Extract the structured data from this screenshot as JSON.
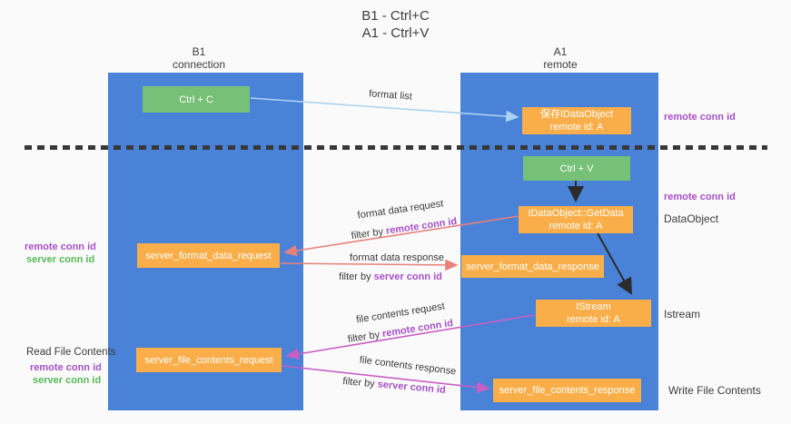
{
  "title": {
    "line1": "B1 - Ctrl+C",
    "line2": "A1 - Ctrl+V"
  },
  "columns": {
    "left": {
      "header_line1": "B1",
      "header_line2": "connection"
    },
    "right": {
      "header_line1": "A1",
      "header_line2": "remote"
    }
  },
  "nodes": {
    "ctrl_c": {
      "label": "Ctrl + C"
    },
    "ctrl_v": {
      "label": "Ctrl + V"
    },
    "save_idataobject": {
      "line1": "保存IDataObject",
      "line2": "remote id: A"
    },
    "getdata": {
      "line1": "IDataObject::GetData",
      "line2": "remote id: A"
    },
    "server_format_data_request": {
      "label": "server_format_data_request"
    },
    "server_format_data_response": {
      "label": "server_format_data_response"
    },
    "istream": {
      "line1": "IStream",
      "line2": "remote id: A"
    },
    "server_file_contents_request": {
      "label": "server_file_contents_request"
    },
    "server_file_contents_response": {
      "label": "server_file_contents_response"
    }
  },
  "edges": {
    "format_list": {
      "label": "format list"
    },
    "format_data_request": {
      "label": "format data request",
      "filter_prefix": "filter by ",
      "filter_key": "remote conn id"
    },
    "format_data_response": {
      "label": "format data response",
      "filter_prefix": "filter by ",
      "filter_key": "server conn id"
    },
    "file_contents_request": {
      "label": "file contents request",
      "filter_prefix": "filter by ",
      "filter_key": "remote conn id"
    },
    "file_contents_response": {
      "label": "file contents response",
      "filter_prefix": "filter by ",
      "filter_key": "server conn id"
    }
  },
  "side_labels": {
    "left": {
      "remote_conn_id_1": "remote conn id",
      "server_conn_id_1": "server conn id",
      "read_file_contents": "Read File Contents",
      "remote_conn_id_2": "remote conn id",
      "server_conn_id_2": "server conn id"
    },
    "right": {
      "remote_conn_id_1": "remote conn id",
      "remote_conn_id_2": "remote conn id",
      "dataobject": "DataObject",
      "istream": "Istream",
      "write_file_contents": "Write File Contents"
    }
  },
  "colors": {
    "lifeline_blue": "#4a82d8",
    "node_green": "#76c077",
    "node_orange": "#f9ae49",
    "arrow_light_blue": "#a9d3f1",
    "arrow_black": "#2b2b2b",
    "arrow_salmon": "#e8817b",
    "arrow_magenta": "#c95fc5",
    "text_purple": "#a74fc8",
    "text_green": "#57ba57",
    "text_dark": "#3b3b3b"
  }
}
